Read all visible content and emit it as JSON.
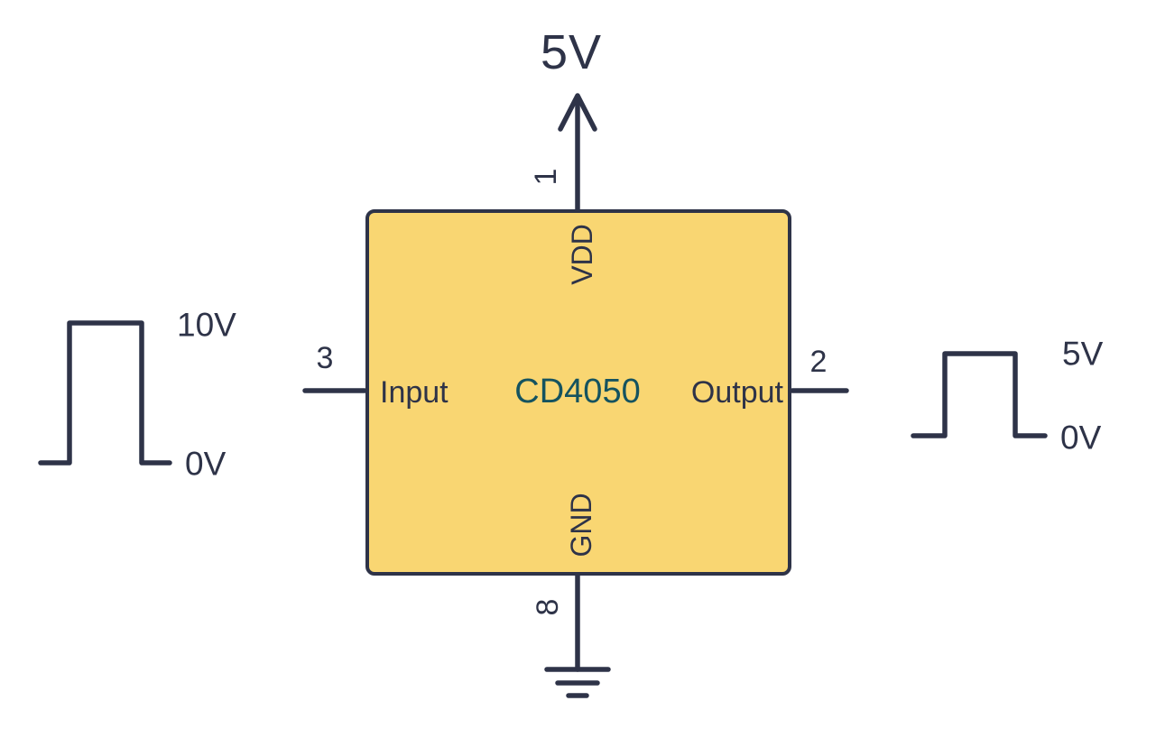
{
  "colors": {
    "line": "#2e3348",
    "box_fill": "#f9d672",
    "box_border": "#2e3348",
    "chip_name": "#15535f",
    "background": "#ffffff"
  },
  "chip": {
    "name": "CD4050",
    "input_label": "Input",
    "output_label": "Output",
    "vdd_label": "VDD",
    "gnd_label": "GND"
  },
  "pins": {
    "vdd_pin": "1",
    "output_pin": "2",
    "input_pin": "3",
    "gnd_pin": "8"
  },
  "supply": {
    "label": "5V"
  },
  "input_waveform": {
    "high_label": "10V",
    "low_label": "0V"
  },
  "output_waveform": {
    "high_label": "5V",
    "low_label": "0V"
  }
}
